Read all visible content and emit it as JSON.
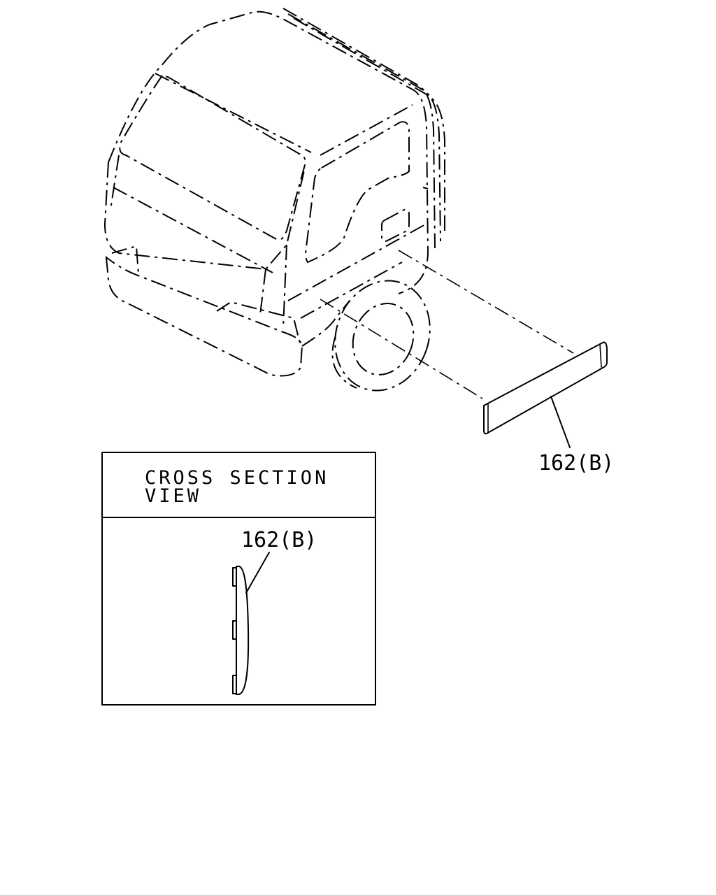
{
  "diagram": {
    "part_label_main": "162(B)",
    "section_title_line1": "CROSS SECTION",
    "section_title_line2": "VIEW",
    "part_label_section": "162(B)"
  }
}
